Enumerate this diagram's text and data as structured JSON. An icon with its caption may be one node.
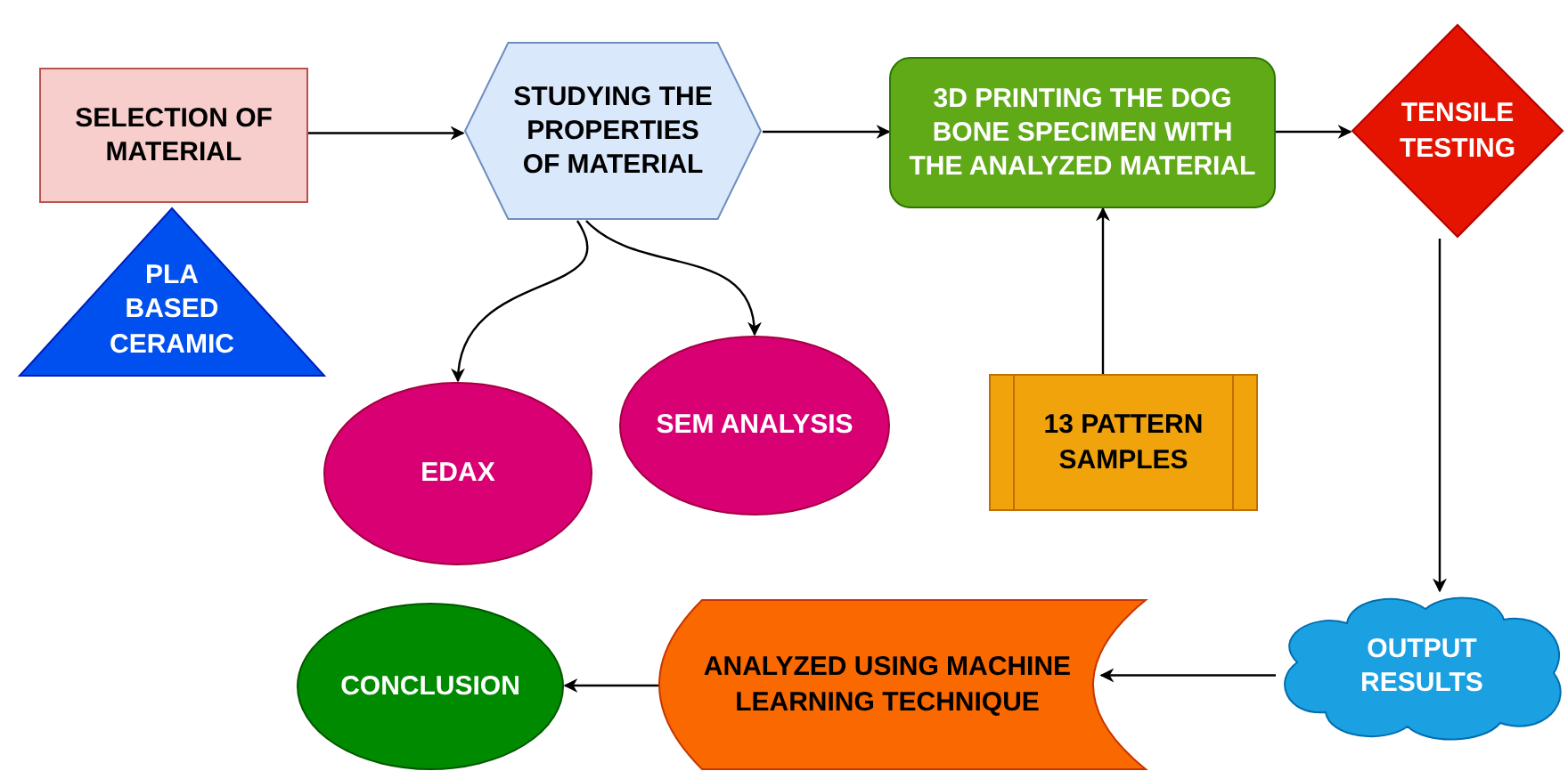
{
  "diagram": {
    "nodes": [
      {
        "text": [
          "SELECTION OF MATERIAL"
        ]
      },
      {
        "text": [
          "PLA BASED CERAMIC"
        ]
      },
      {
        "text": [
          "STUDYING THE PROPERTIES OF MATERIAL"
        ]
      },
      {
        "text": [
          "3D PRINTING THE DOG BONE SPECIMEN WITH THE ANALYZED MATERIAL"
        ]
      },
      {
        "text": [
          "TENSILE TESTING"
        ]
      },
      {
        "text": [
          "SEM ANALYSIS"
        ]
      },
      {
        "text": [
          "EDAX"
        ]
      },
      {
        "text": [
          "13 PATTERN SAMPLES"
        ]
      },
      {
        "text": [
          "OUTPUT RESULTS"
        ]
      },
      {
        "text": [
          "CONCLUSION"
        ]
      },
      {
        "text": [
          "ANALYZED USING MACHINE LEARNING TECHNIQUE"
        ]
      }
    ],
    "edges": [
      {
        "from": 0,
        "to": 2,
        "arrow": "to"
      },
      {
        "from": 2,
        "to": 3,
        "arrow": "to"
      },
      {
        "from": 3,
        "to": 4,
        "arrow": "to"
      },
      {
        "from": 2,
        "to": 6,
        "arrow": "to"
      },
      {
        "from": 2,
        "to": 5,
        "arrow": "to"
      },
      {
        "from": 7,
        "to": 3,
        "arrow": "to"
      },
      {
        "from": 4,
        "to": 8,
        "arrow": "to"
      },
      {
        "from": 8,
        "to": 10,
        "arrow": "to"
      },
      {
        "from": 10,
        "to": 9,
        "arrow": "to"
      }
    ]
  }
}
